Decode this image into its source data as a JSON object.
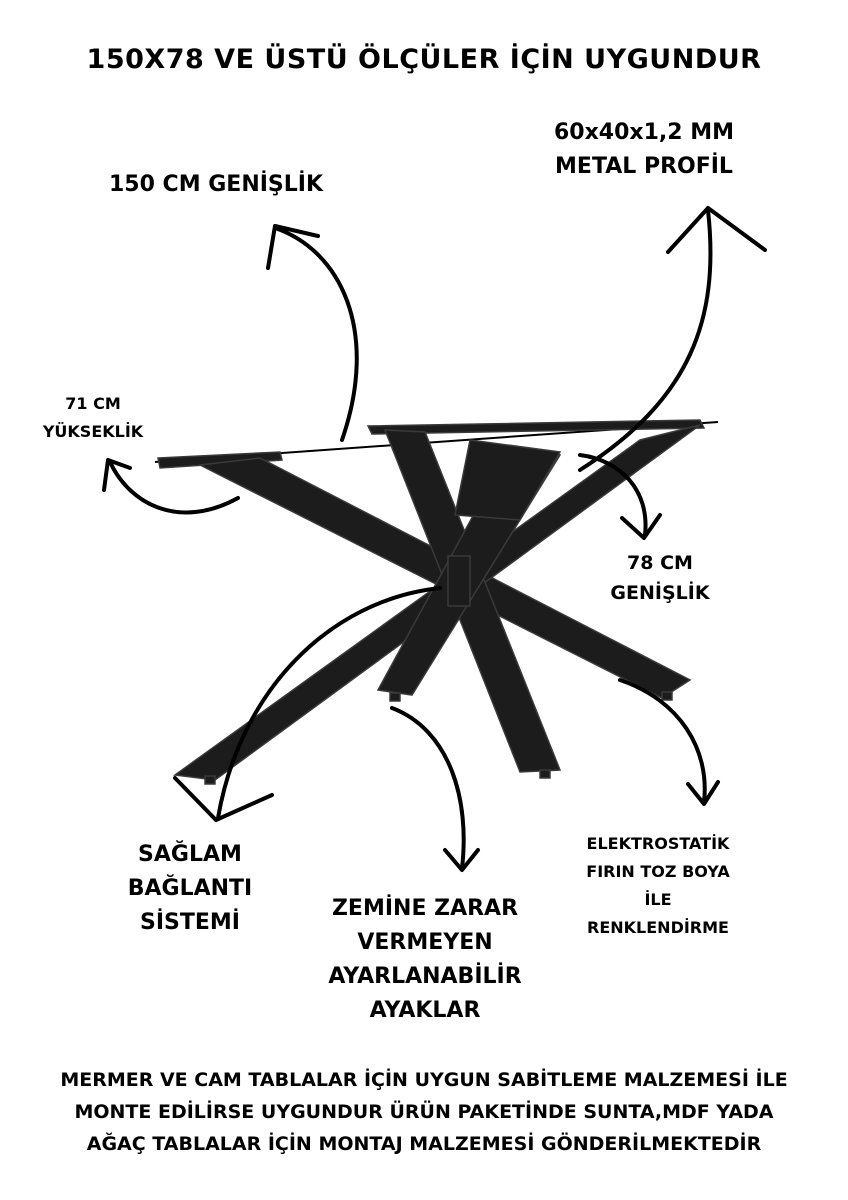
{
  "title": "150X78 VE ÜSTÜ ÖLÇÜLER İÇİN UYGUNDUR",
  "labels": {
    "width150": "150 CM GENİŞLİK",
    "profile": [
      "60x40x1,2 MM",
      "METAL PROFİL"
    ],
    "height71": [
      "71 CM",
      "YÜKSEKLİK"
    ],
    "width78": [
      "78 CM",
      "GENİŞLİK"
    ],
    "connection": [
      "SAĞLAM",
      "BAĞLANTI",
      "SİSTEMİ"
    ],
    "feet": [
      "ZEMİNE ZARAR",
      "VERMEYEN",
      "AYARLANABİLİR",
      "AYAKLAR"
    ],
    "paint": [
      "ELEKTROSTATİK",
      "FIRIN TOZ BOYA",
      "İLE",
      "RENKLENDİRME"
    ]
  },
  "footer": [
    "MERMER VE CAM TABLALAR İÇİN UYGUN SABİTLEME MALZEMESİ İLE",
    "MONTE EDİLİRSE UYGUNDUR ÜRÜN PAKETİNDE SUNTA,MDF YADA",
    "AĞAÇ TABLALAR İÇİN MONTAJ MALZEMESİ GÖNDERİLMEKTEDİR"
  ],
  "colors": {
    "metal": "#1c1c1c",
    "metal_edge": "#3a3a3a",
    "ink": "#000000",
    "background": "#ffffff"
  }
}
